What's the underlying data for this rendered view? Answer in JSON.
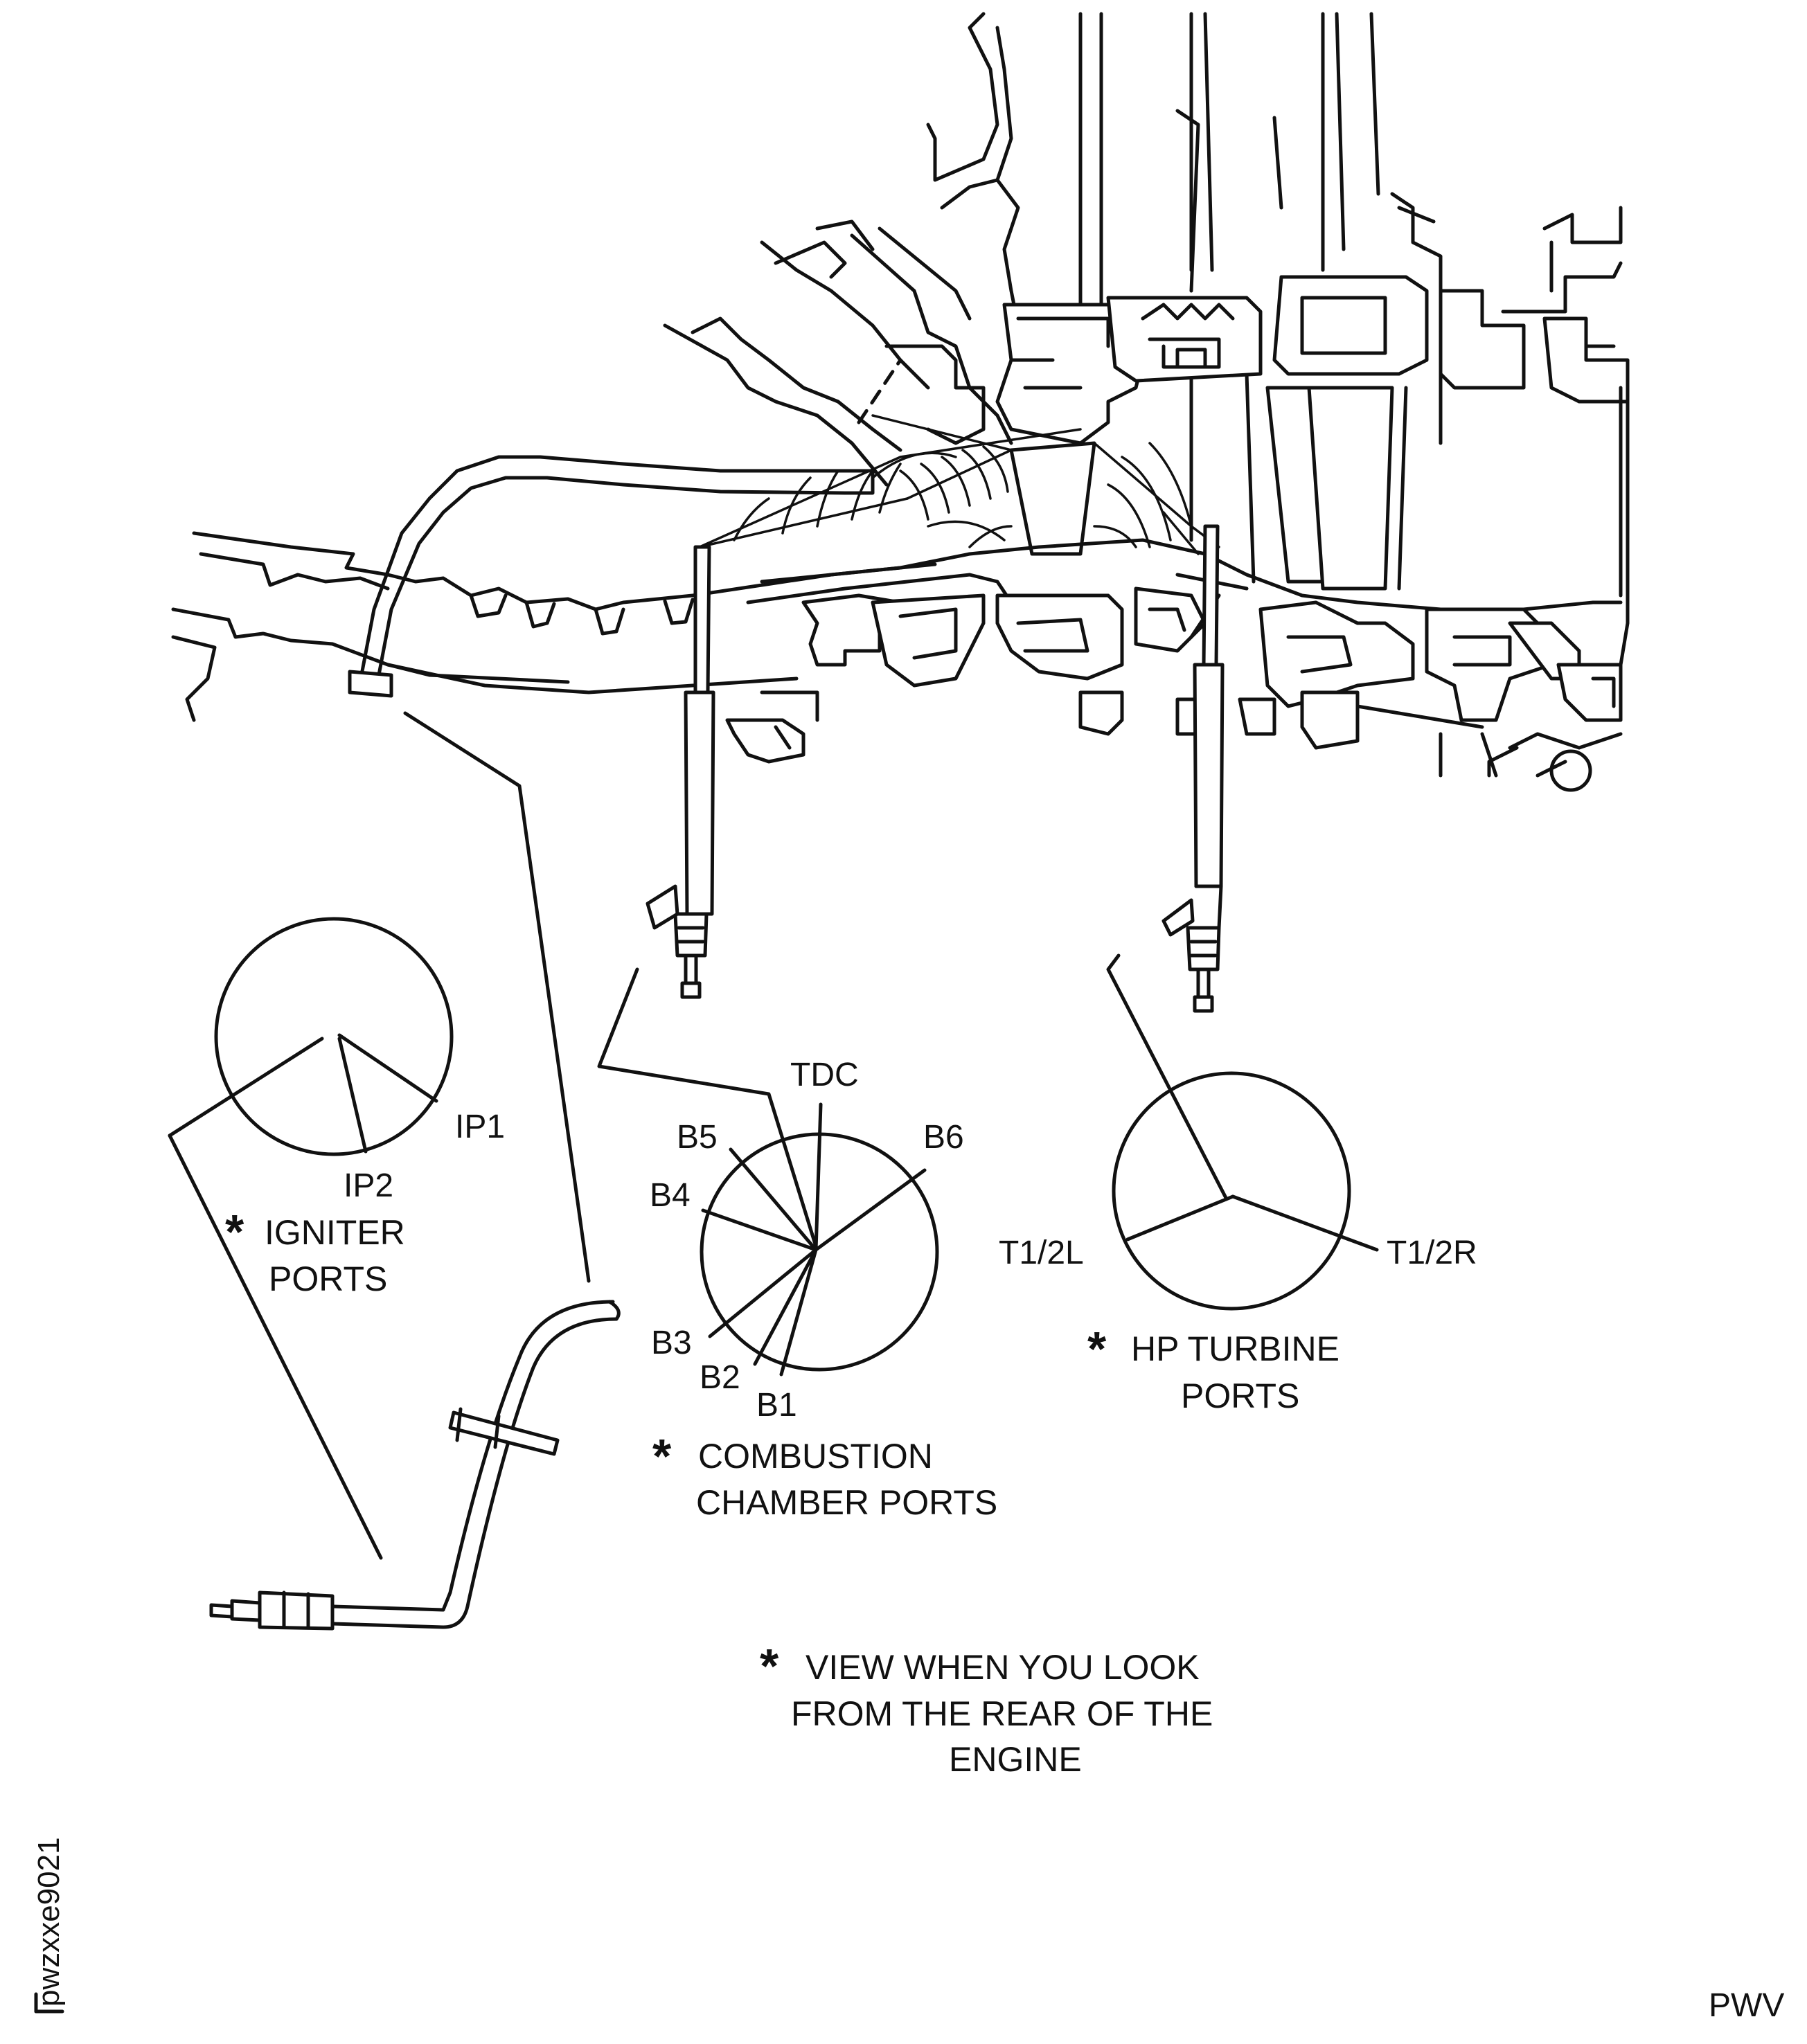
{
  "diagram": {
    "igniter_view": {
      "ports": [
        "IP1",
        "IP2"
      ],
      "caption_asterisk": "*",
      "caption_lines": [
        "IGNITER",
        "PORTS"
      ]
    },
    "combustion_view": {
      "ports": [
        "TDC",
        "B1",
        "B2",
        "B3",
        "B4",
        "B5",
        "B6"
      ],
      "caption_asterisk": "*",
      "caption_lines": [
        "COMBUSTION",
        "CHAMBER PORTS"
      ]
    },
    "turbine_view": {
      "ports": [
        "T1/2L",
        "T1/2R"
      ],
      "caption_asterisk": "*",
      "caption_lines": [
        "HP TURBINE",
        "PORTS"
      ]
    },
    "note": {
      "asterisk": "*",
      "lines": [
        "VIEW WHEN YOU LOOK",
        "FROM THE REAR OF THE",
        "ENGINE"
      ]
    },
    "figure_id": "pwzxxe9021",
    "mark": "PWV"
  }
}
